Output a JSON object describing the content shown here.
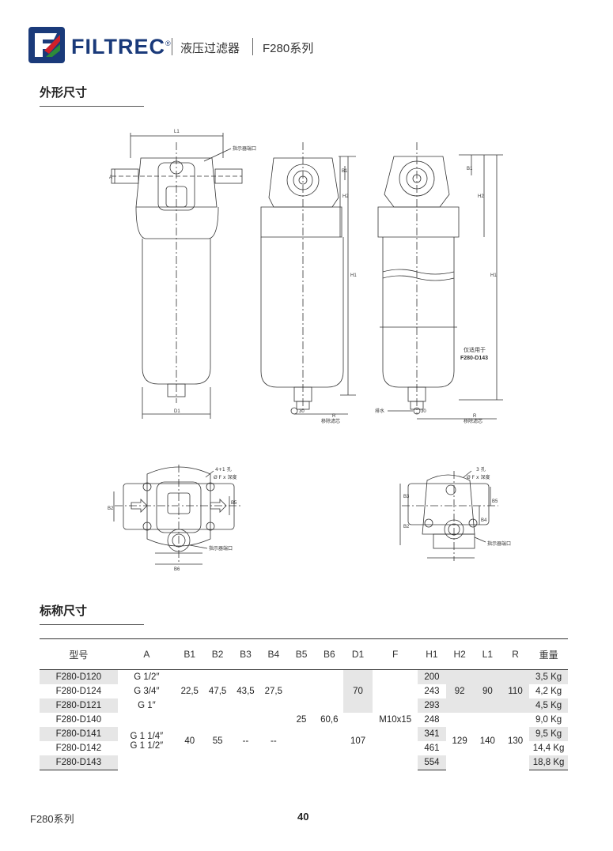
{
  "header": {
    "brand": "FILTREC",
    "registered": "®",
    "category": "液压过滤器",
    "series": "F280系列"
  },
  "sections": {
    "dimensions_title": "外形尺寸",
    "nominal_title": "标称尺寸"
  },
  "drawing_labels": {
    "l1": "L1",
    "indicator_port": "指示器端口",
    "h1": "H1",
    "h2": "H2",
    "b1": "B1",
    "d1": "D1",
    "a": "A",
    "r_remove": "R",
    "remove_filter": "移除滤芯",
    "drain": "排水",
    "ch30": "30",
    "only_for": "仅适用于",
    "only_model": "F280-D143",
    "holes_4": "4+1 孔",
    "holes_3": "3 孔",
    "thread_depth": "Ø F x 深度",
    "b2": "B2",
    "b3": "B3",
    "b4": "B4",
    "b5": "B5",
    "b6": "B6"
  },
  "table": {
    "headers": [
      "型号",
      "A",
      "B1",
      "B2",
      "B3",
      "B4",
      "B5",
      "B6",
      "D1",
      "F",
      "H1",
      "H2",
      "L1",
      "R",
      "重量"
    ],
    "models": [
      "F280-D120",
      "F280-D124",
      "F280-D121",
      "F280-D140",
      "F280-D141",
      "F280-D142",
      "F280-D143"
    ],
    "a_values": [
      "G 1/2″",
      "G 3/4″",
      "G 1″",
      "G 1 1/4″",
      "G 1 1/2″"
    ],
    "group1": {
      "b1": "22,5",
      "b2": "47,5",
      "b3": "43,5",
      "b4": "27,5",
      "d1": "70",
      "h2": "92",
      "l1": "90",
      "r": "110"
    },
    "group2": {
      "b1": "40",
      "b2": "55",
      "b3": "--",
      "b4": "--",
      "d1": "107",
      "h2": "129",
      "l1": "140",
      "r": "130"
    },
    "shared": {
      "b5": "25",
      "b6": "60,6",
      "f": "M10x15"
    },
    "h1": [
      "200",
      "243",
      "293",
      "248",
      "341",
      "461",
      "554"
    ],
    "weights": [
      "3,5 Kg",
      "4,2 Kg",
      "4,5 Kg",
      "9,0 Kg",
      "9,5 Kg",
      "14,4 Kg",
      "18,8 Kg"
    ]
  },
  "footer": {
    "series": "F280系列",
    "page": "40"
  },
  "colors": {
    "brand_blue": "#1a3a7a",
    "logo_red": "#d0202a",
    "logo_green": "#2e8b3a",
    "row_shade": "#e6e6e6"
  }
}
